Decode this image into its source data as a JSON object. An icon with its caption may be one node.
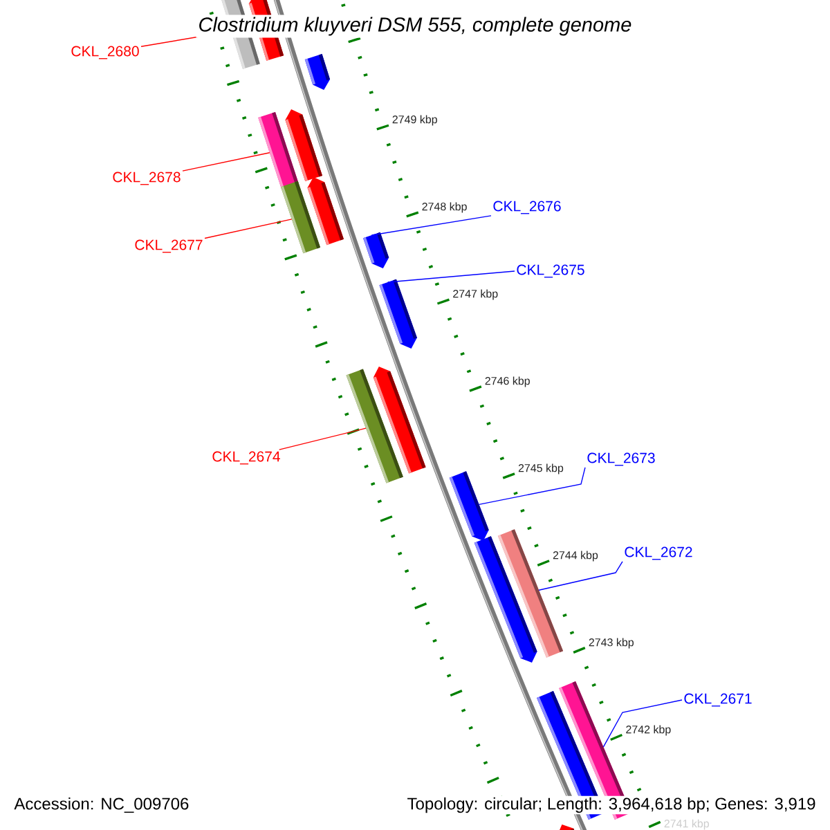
{
  "diagram": {
    "title": "Clostridium kluyveri DSM 555, complete genome",
    "nodes": [
      {
        "text": [
          "CKL_2680"
        ]
      },
      {
        "text": [],
        "shape": "bar"
      },
      {
        "text": [
          "CKL_2678"
        ]
      },
      {
        "text": [],
        "shape": "bar"
      },
      {
        "text": [
          "CKL_2677"
        ]
      },
      {
        "text": [],
        "shape": "bar"
      },
      {
        "text": [
          "CKL_2676"
        ]
      },
      {
        "text": [],
        "shape": "bar"
      },
      {
        "text": [
          "CKL_2675"
        ]
      },
      {
        "text": [],
        "shape": "bar"
      },
      {
        "text": [
          "CKL_2674"
        ]
      },
      {
        "text": [],
        "shape": "bar"
      },
      {
        "text": [
          "CKL_2673"
        ]
      },
      {
        "text": [],
        "shape": "bar"
      },
      {
        "text": [
          "CKL_2672"
        ]
      },
      {
        "text": [],
        "shape": "bar"
      },
      {
        "text": [
          "CKL_2671"
        ]
      },
      {
        "text": [],
        "shape": "bar"
      },
      {
        "text": [],
        "shape": "bar"
      },
      {
        "text": [],
        "shape": "bar"
      },
      {
        "text": [],
        "shape": "bar"
      },
      {
        "text": [],
        "shape": "bar"
      },
      {
        "text": [],
        "shape": "bar"
      },
      {
        "text": [],
        "shape": "bar"
      },
      {
        "text": [],
        "shape": "bar"
      },
      {
        "text": [],
        "shape": "bar"
      }
    ],
    "edges": [
      {
        "from": 0,
        "to": 1,
        "arrow": "none",
        "color": "#ff0000"
      },
      {
        "from": 2,
        "to": 3,
        "arrow": "none",
        "color": "#ff0000"
      },
      {
        "from": 4,
        "to": 5,
        "arrow": "none",
        "color": "#ff0000"
      },
      {
        "from": 6,
        "to": 7,
        "arrow": "none",
        "color": "#0000ff"
      },
      {
        "from": 8,
        "to": 9,
        "arrow": "none",
        "color": "#0000ff"
      },
      {
        "from": 10,
        "to": 11,
        "arrow": "none",
        "color": "#ff0000"
      },
      {
        "from": 12,
        "to": 13,
        "arrow": "none",
        "color": "#0000ff"
      },
      {
        "from": 14,
        "to": 15,
        "arrow": "none",
        "color": "#0000ff"
      },
      {
        "from": 16,
        "to": 17,
        "arrow": "none",
        "color": "#0000ff"
      }
    ],
    "labels": [
      "2749 kbp",
      "2748 kbp",
      "2747 kbp",
      "2746 kbp",
      "2745 kbp",
      "2744 kbp",
      "2743 kbp",
      "2742 kbp",
      "2741 kbp",
      "Accession: NC_009706",
      "Topology: circular; Length: 3,964,618 bp; Genes: 3,919"
    ]
  }
}
